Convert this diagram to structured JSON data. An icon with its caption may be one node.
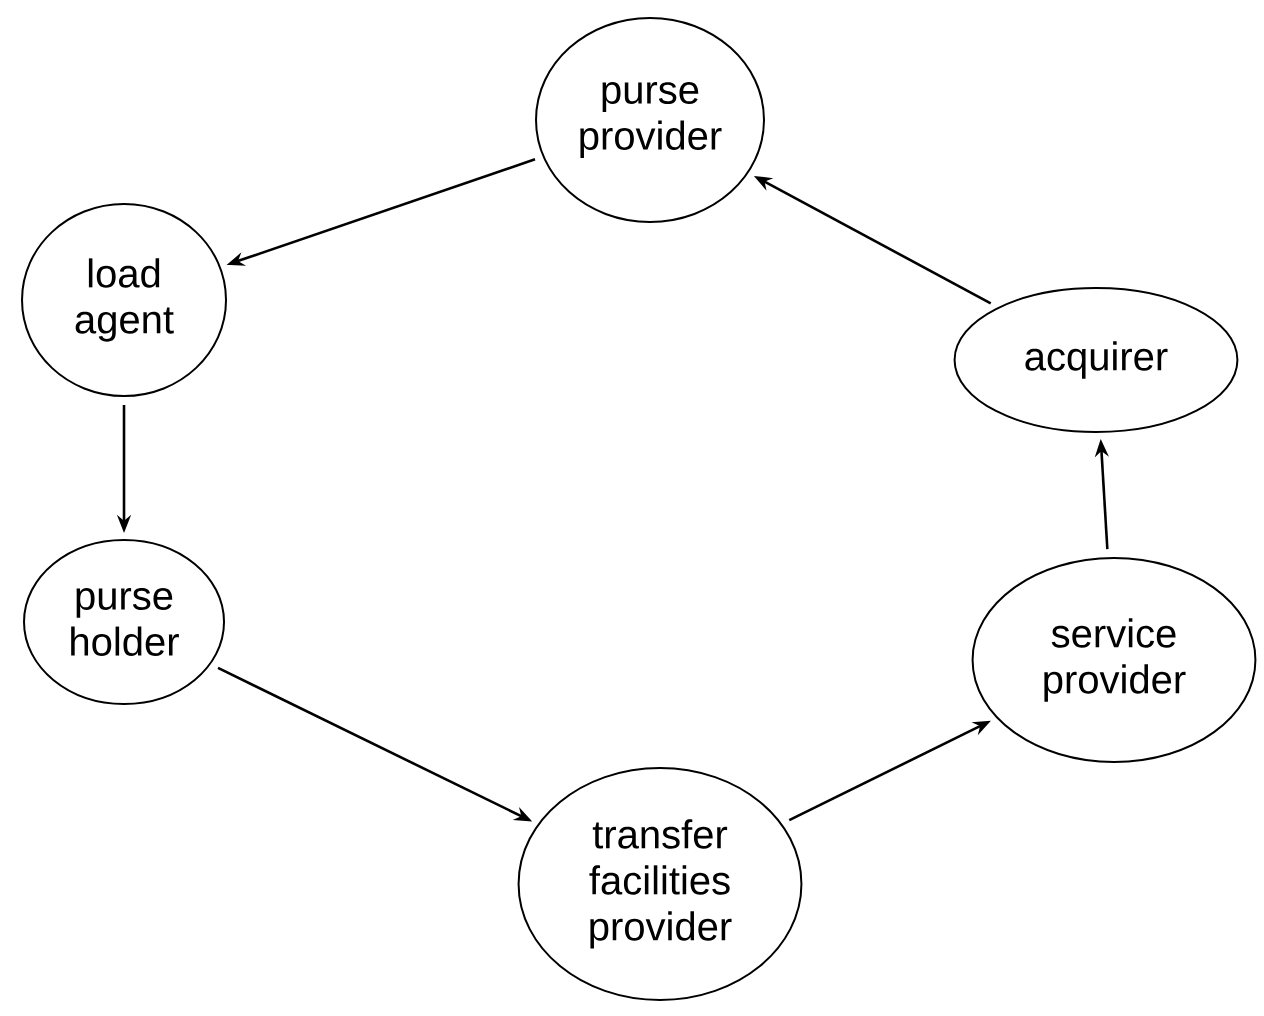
{
  "diagram": {
    "nodes": [
      {
        "text": [
          "purse provider"
        ]
      },
      {
        "text": [
          "load agent"
        ]
      },
      {
        "text": [
          "purse holder"
        ]
      },
      {
        "text": [
          "transfer facilities provider"
        ]
      },
      {
        "text": [
          "service provider"
        ]
      },
      {
        "text": [
          "acquirer"
        ]
      }
    ],
    "edges": [
      {
        "from": 0,
        "to": 1,
        "arrow": "to"
      },
      {
        "from": 1,
        "to": 2,
        "arrow": "to"
      },
      {
        "from": 2,
        "to": 3,
        "arrow": "to"
      },
      {
        "from": 3,
        "to": 4,
        "arrow": "to"
      },
      {
        "from": 4,
        "to": 5,
        "arrow": "to"
      },
      {
        "from": 5,
        "to": 0,
        "arrow": "to"
      }
    ]
  }
}
